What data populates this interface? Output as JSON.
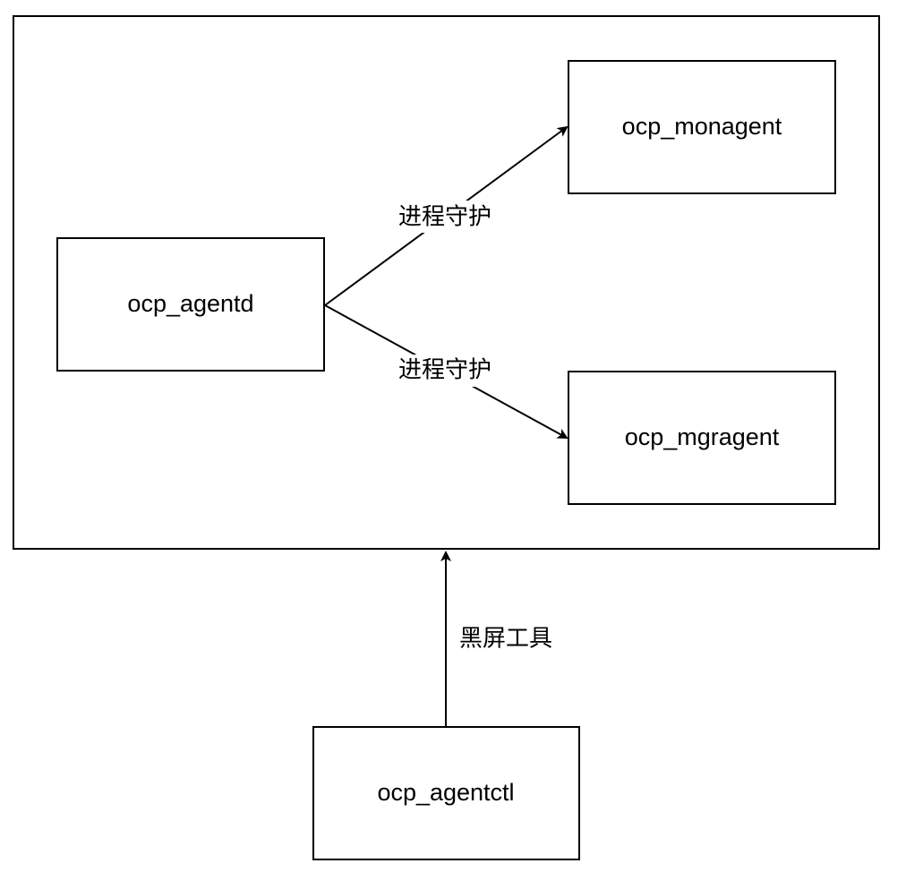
{
  "nodes": {
    "agentd": "ocp_agentd",
    "monagent": "ocp_monagent",
    "mgragent": "ocp_mgragent",
    "agentctl": "ocp_agentctl"
  },
  "edges": {
    "agentd_to_monagent": "进程守护",
    "agentd_to_mgragent": "进程守护",
    "agentctl_to_container": "黑屏工具"
  },
  "colors": {
    "stroke": "#000000",
    "background": "#ffffff"
  }
}
